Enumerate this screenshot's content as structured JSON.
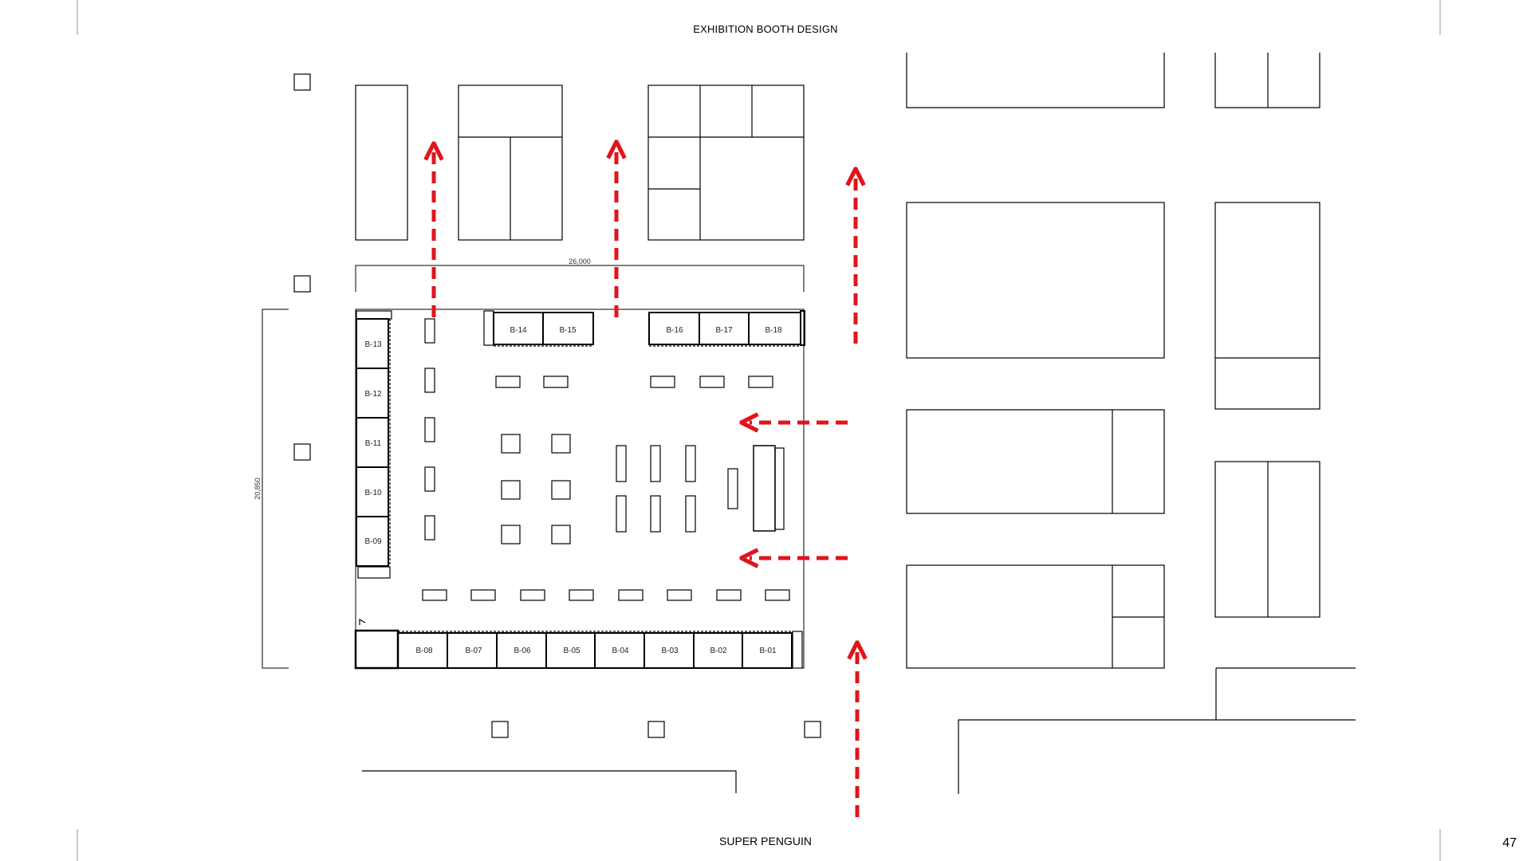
{
  "header": {
    "title": "EXHIBITION BOOTH DESIGN"
  },
  "footer": {
    "brand": "SUPER PENGUIN",
    "page_number": "47"
  },
  "dimensions": {
    "width": "26,000",
    "height": "20,850"
  },
  "booths": {
    "top": [
      "B-14",
      "B-15",
      "B-16",
      "B-17",
      "B-18"
    ],
    "left": [
      "B-13",
      "B-12",
      "B-11",
      "B-10",
      "B-09"
    ],
    "bottom": [
      "B-08",
      "B-07",
      "B-06",
      "B-05",
      "B-04",
      "B-03",
      "B-02",
      "B-01"
    ]
  },
  "colors": {
    "line": "#000000",
    "arrow": "#e0151b"
  }
}
